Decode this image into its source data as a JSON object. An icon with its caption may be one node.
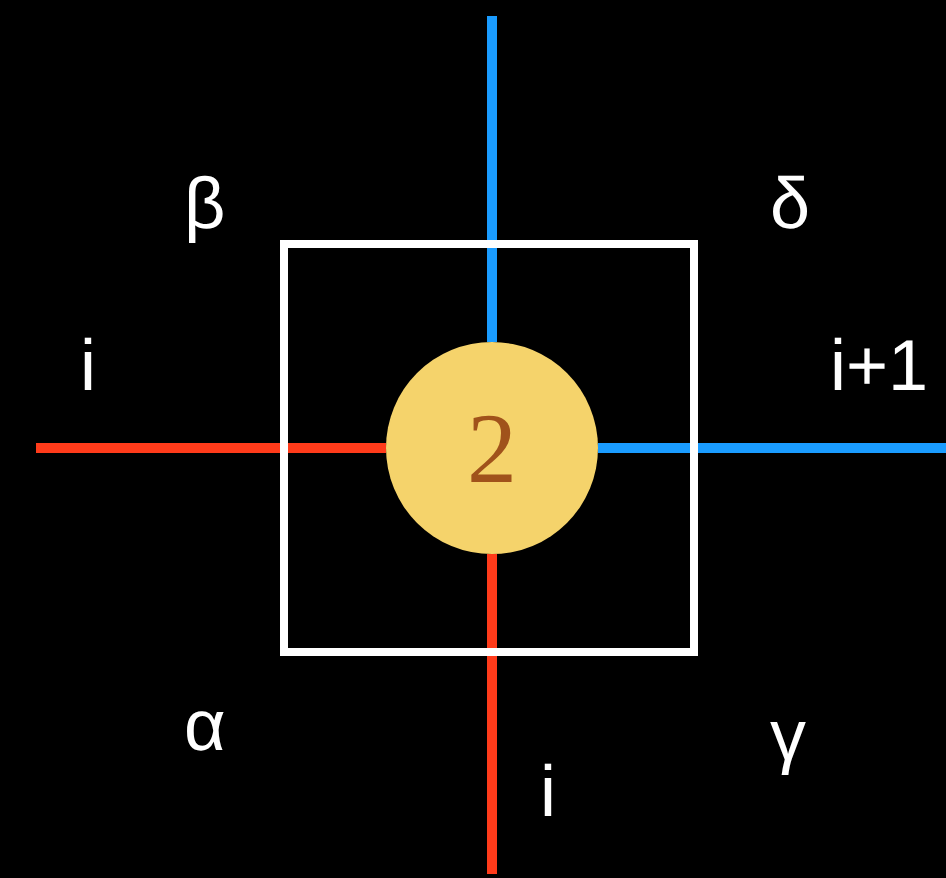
{
  "diagram": {
    "nodes": [
      {
        "text": [],
        "shape": "box"
      },
      {
        "text": [
          "2"
        ],
        "in": 0
      }
    ],
    "edges": [
      {
        "from": 1,
        "to": null,
        "arrow": "none",
        "color": "#1a9cff"
      },
      {
        "from": 1,
        "to": null,
        "arrow": "none",
        "color": "#1a9cff"
      },
      {
        "from": 1,
        "to": null,
        "arrow": "none",
        "color": "#ff3b1a"
      },
      {
        "from": 1,
        "to": null,
        "arrow": "none",
        "color": "#ff3b1a"
      }
    ],
    "labels": [
      "β",
      "δ",
      "i",
      "i+1",
      "α",
      "γ",
      "i"
    ]
  }
}
